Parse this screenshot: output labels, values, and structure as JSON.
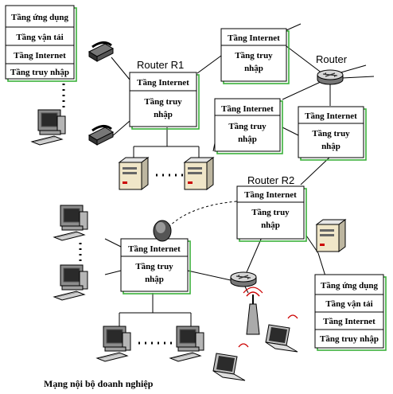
{
  "stacks": {
    "left_host": [
      "Tầng ứng dụng",
      "Tầng vận tải",
      "Tầng Internet",
      "Tầng truy nhập"
    ],
    "right_host": [
      "Tầng ứng dụng",
      "Tầng vận tải",
      "Tầng Internet",
      "Tầng truy nhập"
    ]
  },
  "router_boxes": {
    "internet": "Tầng Internet",
    "access_line1": "Tầng truy",
    "access_line2": "nhập"
  },
  "labels": {
    "router_r1": "Router R1",
    "router": "Router",
    "router_r2": "Router R2",
    "caption": "Mạng nội bộ doanh nghiệp"
  },
  "colors": {
    "stack_shadow": "#3ab03a",
    "device_gray": "#9a9a9a"
  }
}
